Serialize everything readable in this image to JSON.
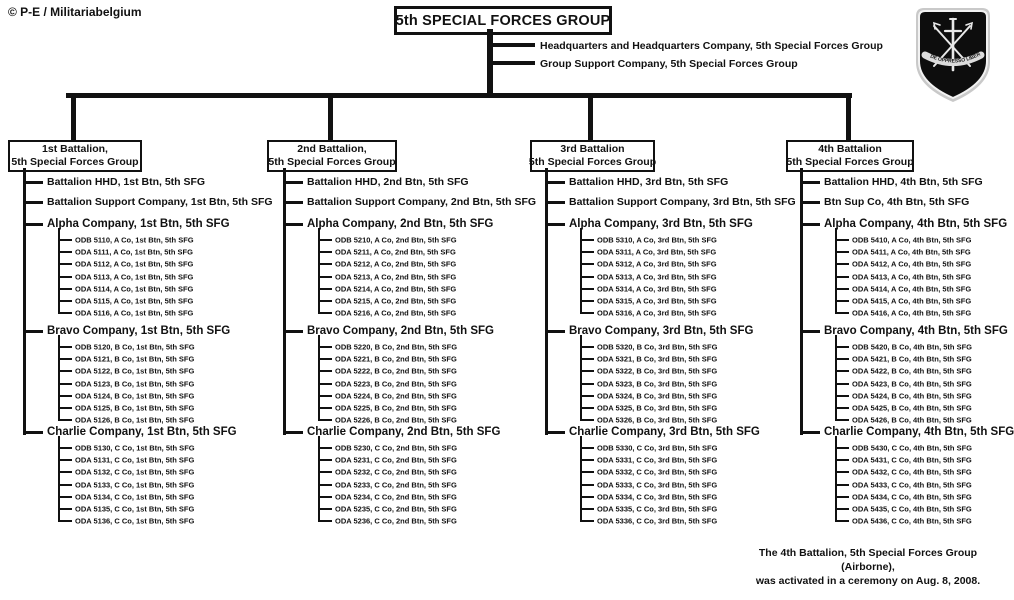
{
  "copyright": "© P-E / Militariabelgium",
  "title": "5th SPECIAL FORCES GROUP",
  "group_units": [
    "Headquarters and Headquarters Company,  5th Special Forces Group",
    "Group Support Company,  5th Special Forces Group"
  ],
  "emblem": {
    "name": "special-forces-beret-flash",
    "motto": "DE OPPRESSO LIBER",
    "colors": {
      "flash": "#0d0d0d",
      "crest": "#e8e8e8"
    }
  },
  "battalions": [
    {
      "box_lines": [
        "1st Battalion,",
        "5th Special Forces Group"
      ],
      "units": [
        "Battalion HHD, 1st Btn, 5th SFG",
        "Battalion  Support Company, 1st Btn, 5th SFG"
      ],
      "companies": [
        {
          "label": "Alpha Company, 1st Btn, 5th SFG",
          "teams": [
            "ODB 5110, A Co, 1st Btn, 5th SFG",
            "ODA 5111, A Co, 1st Btn, 5th SFG",
            "ODA 5112, A Co, 1st Btn, 5th SFG",
            "ODA 5113, A Co, 1st Btn, 5th SFG",
            "ODA 5114, A Co, 1st Btn, 5th SFG",
            "ODA 5115, A Co, 1st Btn, 5th SFG",
            "ODA 5116, A Co, 1st Btn, 5th SFG"
          ]
        },
        {
          "label": "Bravo Company, 1st Btn, 5th SFG",
          "teams": [
            "ODB 5120, B Co, 1st Btn, 5th SFG",
            "ODA 5121, B Co, 1st Btn, 5th SFG",
            "ODA 5122, B Co, 1st Btn, 5th SFG",
            "ODA 5123, B Co, 1st Btn, 5th SFG",
            "ODA 5124, B Co, 1st Btn, 5th SFG",
            "ODA 5125, B Co, 1st Btn, 5th SFG",
            "ODA 5126, B Co, 1st Btn, 5th SFG"
          ]
        },
        {
          "label": "Charlie Company, 1st Btn, 5th SFG",
          "teams": [
            "ODB 5130, C Co, 1st Btn, 5th SFG",
            "ODA 5131, C Co, 1st Btn, 5th SFG",
            "ODA 5132, C Co, 1st Btn, 5th SFG",
            "ODA 5133, C Co, 1st Btn, 5th SFG",
            "ODA 5134, C Co, 1st Btn, 5th SFG",
            "ODA 5135, C Co, 1st Btn, 5th SFG",
            "ODA 5136, C Co, 1st Btn, 5th SFG"
          ]
        }
      ]
    },
    {
      "box_lines": [
        "2nd Battalion,",
        "5th Special Forces Group"
      ],
      "units": [
        "Battalion HHD, 2nd Btn, 5th SFG",
        "Battalion  Support Company, 2nd Btn, 5th SFG"
      ],
      "companies": [
        {
          "label": "Alpha Company, 2nd Btn, 5th SFG",
          "teams": [
            "ODB 5210, A Co, 2nd Btn,  5th SFG",
            "ODA 5211, A Co, 2nd Btn,  5th SFG",
            "ODA 5212, A Co, 2nd Btn,  5th SFG",
            "ODA 5213, A Co, 2nd Btn,  5th SFG",
            "ODA 5214, A Co, 2nd Btn,  5th SFG",
            "ODA 5215, A Co, 2nd Btn,  5th SFG",
            "ODA 5216, A Co, 2nd Btn,  5th SFG"
          ]
        },
        {
          "label": "Bravo Company, 2nd Btn, 5th SFG",
          "teams": [
            "ODB 5220, B Co, 2nd Btn, 5th SFG",
            "ODA 5221, B Co, 2nd Btn, 5th SFG",
            "ODA 5222, B Co, 2nd Btn, 5th SFG",
            "ODA 5223, B Co, 2nd Btn, 5th SFG",
            "ODA 5224, B Co, 2nd Btn, 5th SFG",
            "ODA 5225, B Co, 2nd Btn, 5th SFG",
            "ODA 5226, B Co, 2nd Btn, 5th SFG"
          ]
        },
        {
          "label": "Charlie Company, 2nd Btn, 5th SFG",
          "teams": [
            "ODB 5230, C Co, 2nd Btn, 5th SFG",
            "ODA 5231, C Co, 2nd Btn, 5th SFG",
            "ODA 5232, C Co, 2nd Btn, 5th SFG",
            "ODA 5233, C Co, 2nd Btn, 5th SFG",
            "ODA 5234, C Co, 2nd Btn, 5th SFG",
            "ODA 5235, C Co, 2nd Btn, 5th SFG",
            "ODA 5236, C Co, 2nd Btn, 5th SFG"
          ]
        }
      ]
    },
    {
      "box_lines": [
        "3rd Battalion",
        "5th Special Forces Group"
      ],
      "units": [
        "Battalion HHD,  3rd Btn, 5th SFG",
        "Battalion  Support Company, 3rd Btn,  5th SFG"
      ],
      "companies": [
        {
          "label": "Alpha Company, 3rd Btn, 5th SFG",
          "teams": [
            "ODB 5310, A Co, 3rd Btn, 5th SFG",
            "ODA 5311, A Co, 3rd Btn, 5th SFG",
            "ODA 5312, A Co, 3rd Btn, 5th SFG",
            "ODA 5313, A Co, 3rd Btn, 5th SFG",
            "ODA 5314, A Co, 3rd Btn, 5th SFG",
            "ODA 5315, A Co, 3rd Btn, 5th SFG",
            "ODA 5316, A Co, 3rd Btn, 5th SFG"
          ]
        },
        {
          "label": "Bravo Company, 3rd Btn, 5th SFG",
          "teams": [
            "ODB 5320, B Co, 3rd Btn, 5th SFG",
            "ODA 5321, B Co, 3rd Btn, 5th SFG",
            "ODA 5322, B Co, 3rd Btn, 5th SFG",
            "ODA 5323, B Co, 3rd Btn, 5th SFG",
            "ODA 5324, B Co, 3rd Btn, 5th SFG",
            "ODA 5325, B Co, 3rd Btn, 5th SFG",
            "ODA 5326, B Co, 3rd Btn, 5th SFG"
          ]
        },
        {
          "label": "Charlie Company, 3rd Btn, 5th SFG",
          "teams": [
            "ODB 5330, C Co, 3rd Btn, 5th SFG",
            "ODA 5331, C Co, 3rd Btn, 5th SFG",
            "ODA 5332, C Co, 3rd Btn, 5th SFG",
            "ODA 5333, C Co, 3rd Btn, 5th SFG",
            "ODA 5334, C Co, 3rd Btn, 5th SFG",
            "ODA 5335, C Co, 3rd Btn, 5th SFG",
            "ODA 5336, C Co, 3rd Btn, 5th SFG"
          ]
        }
      ]
    },
    {
      "box_lines": [
        "4th Battalion",
        "5th Special Forces Group"
      ],
      "units": [
        "Battalion HHD, 4th Btn, 5th SFG",
        "Btn  Sup Co, 4th Btn, 5th SFG"
      ],
      "companies": [
        {
          "label": "Alpha Company, 4th Btn, 5th SFG",
          "teams": [
            "ODB 5410, A Co, 4th Btn, 5th SFG",
            "ODA 5411, A Co, 4th Btn, 5th SFG",
            "ODA 5412, A Co, 4th Btn, 5th SFG",
            "ODA 5413, A Co, 4th Btn, 5th SFG",
            "ODA 5414, A Co, 4th Btn, 5th SFG",
            "ODA 5415, A Co, 4th Btn, 5th SFG",
            "ODA 5416, A Co, 4th Btn, 5th SFG"
          ]
        },
        {
          "label": "Bravo Company, 4th Btn, 5th SFG",
          "teams": [
            "ODB 5420, B Co, 4th Btn, 5th SFG",
            "ODA 5421, B Co, 4th Btn, 5th SFG",
            "ODA 5422, B Co, 4th Btn, 5th SFG",
            "ODA 5423, B Co, 4th Btn, 5th SFG",
            "ODA 5424, B Co, 4th Btn, 5th SFG",
            "ODA 5425, B Co, 4th Btn, 5th SFG",
            "ODA 5426, B Co, 4th Btn, 5th SFG"
          ]
        },
        {
          "label": "Charlie Company, 4th Btn, 5th SFG",
          "teams": [
            "ODB 5430, C Co, 4th Btn, 5th SFG",
            "ODA 5431, C Co, 4th Btn, 5th SFG",
            "ODA 5432, C Co, 4th Btn, 5th SFG",
            "ODA 5433, C Co, 4th Btn, 5th SFG",
            "ODA 5434, C Co, 4th Btn, 5th SFG",
            "ODA 5435, C Co, 4th Btn, 5th SFG",
            "ODA 5436, C Co, 4th Btn, 5th SFG"
          ]
        }
      ]
    }
  ],
  "note_lines": [
    "The 4th Battalion, 5th Special Forces Group (Airborne),",
    "was activated in a ceremony on Aug. 8, 2008."
  ]
}
